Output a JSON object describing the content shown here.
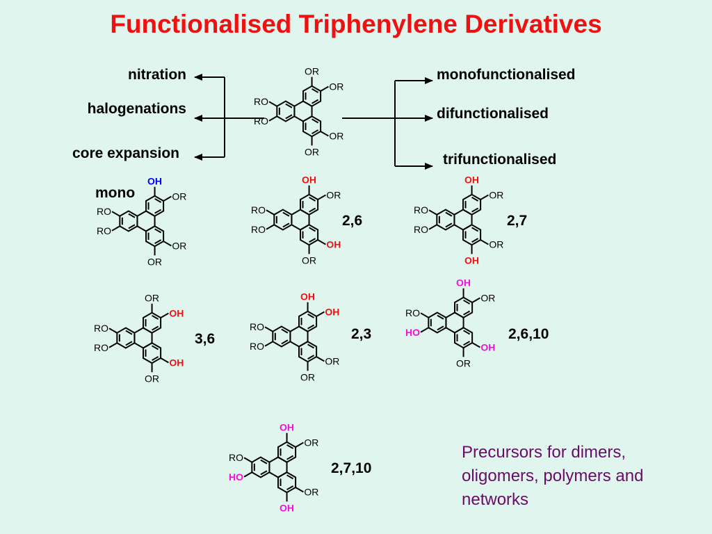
{
  "title": "Functionalised Triphenylene Derivatives",
  "colors": {
    "title": "#ee1111",
    "background": "#dff5ee",
    "red_oh": "#ee1111",
    "blue_oh": "#0000ee",
    "magenta_oh": "#ee11dd",
    "note": "#6a0a6a"
  },
  "left_reactions": [
    "nitration",
    "halogenations",
    "core expansion"
  ],
  "right_reactions": [
    "monofunctionalised",
    "difunctionalised",
    "trifunctionalised"
  ],
  "substituent_or": "OR",
  "substituent_ro": "RO",
  "substituent_oh": "OH",
  "substituent_ho": "HO",
  "compounds": [
    "mono",
    "2,6",
    "2,7",
    "3,6",
    "2,3",
    "2,6,10",
    "2,7,10"
  ],
  "note_lines": [
    "Precursors for dimers,",
    "oligomers, polymers and",
    "networks"
  ]
}
